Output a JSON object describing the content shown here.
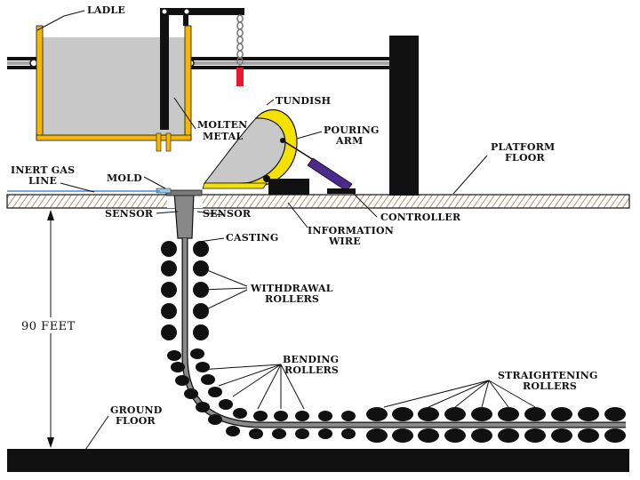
{
  "labels": {
    "ladle": "LADLE",
    "tundish": "TUNDISH",
    "molten_metal": [
      "MOLTEN",
      "METAL"
    ],
    "pouring_arm": [
      "POURING",
      "ARM"
    ],
    "platform_floor": [
      "PLATFORM",
      "FLOOR"
    ],
    "inert_gas_line": [
      "INERT GAS",
      "LINE"
    ],
    "mold": "MOLD",
    "sensor_left": "SENSOR",
    "sensor_right": "SENSOR",
    "controller": "CONTROLLER",
    "information_wire": [
      "INFORMATION",
      "WIRE"
    ],
    "casting": "CASTING",
    "withdrawal_rollers": [
      "WITHDRAWAL",
      "ROLLERS"
    ],
    "height": "90 FEET",
    "bending_rollers": [
      "BENDING",
      "ROLLERS"
    ],
    "straightening_rollers": [
      "STRAIGHTENING",
      "ROLLERS"
    ],
    "ground_floor": [
      "GROUND",
      "FLOOR"
    ]
  },
  "colors": {
    "ladle": "#f5b800",
    "molten_metal": "#c8c8c8",
    "tundish_rim": "#f5e100",
    "pouring_arm": "#4b2a8c",
    "chain_weight": "#e8192c",
    "ink": "#111111",
    "hatch": "#b07850"
  }
}
